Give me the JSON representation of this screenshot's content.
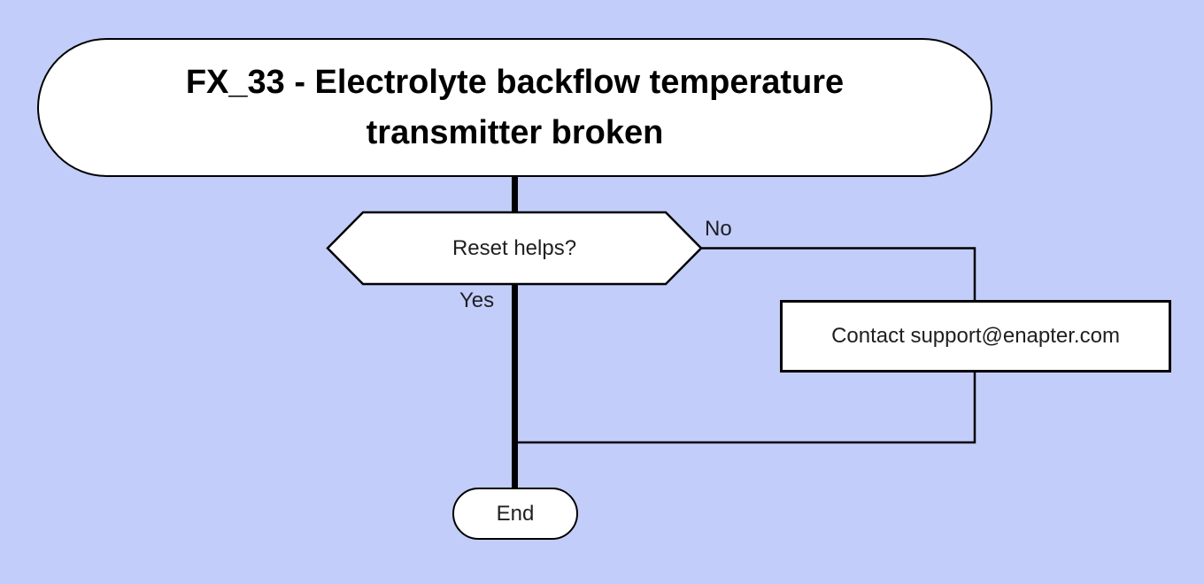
{
  "diagram_type": "flowchart",
  "colors": {
    "background": "#c2cdfa",
    "node_fill": "#ffffff",
    "stroke": "#000000",
    "text": "#1f1f1f"
  },
  "nodes": {
    "start": {
      "type": "terminator",
      "label": "FX_33 - Electrolyte backflow temperature transmitter broken"
    },
    "decision": {
      "type": "decision-hexagon",
      "label": "Reset helps?"
    },
    "contact": {
      "type": "process",
      "label": "Contact support@enapter.com"
    },
    "end": {
      "type": "terminator",
      "label": "End"
    }
  },
  "edges": {
    "no_label": "No",
    "yes_label": "Yes"
  }
}
